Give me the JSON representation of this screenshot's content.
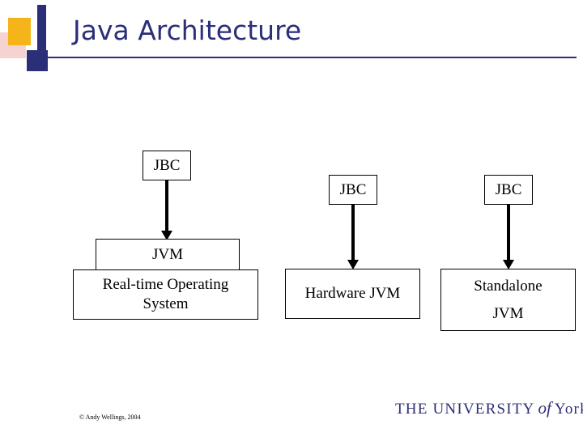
{
  "slide": {
    "title": "Java Architecture",
    "copyright": "© Andy Wellings, 2004",
    "logo": {
      "the_university": "THE UNIVERSITY",
      "of": "of",
      "york": "York"
    },
    "accent_color": "#2b2f77",
    "deco_orange": "#f5b51a",
    "deco_pink": "#f6d3d0"
  },
  "diagram": {
    "type": "flow",
    "columns": [
      {
        "id": "column-realtime",
        "nodes": [
          {
            "id": "jbc-1",
            "label": "JBC"
          },
          {
            "id": "jvm-1",
            "label": "JVM"
          },
          {
            "id": "rtos",
            "label": "Real-time Operating System"
          }
        ],
        "edges": [
          {
            "from": "jbc-1",
            "to": "jvm-1",
            "style": "arrow-down"
          }
        ]
      },
      {
        "id": "column-hardware",
        "nodes": [
          {
            "id": "jbc-2",
            "label": "JBC"
          },
          {
            "id": "hardware-jvm",
            "label": "Hardware JVM"
          }
        ],
        "edges": [
          {
            "from": "jbc-2",
            "to": "hardware-jvm",
            "style": "arrow-down"
          }
        ]
      },
      {
        "id": "column-standalone",
        "nodes": [
          {
            "id": "jbc-3",
            "label": "JBC"
          },
          {
            "id": "standalone-jvm",
            "label_line1": "Standalone",
            "label_line2": "JVM"
          }
        ],
        "edges": [
          {
            "from": "jbc-3",
            "to": "standalone-jvm",
            "style": "arrow-down"
          }
        ]
      }
    ]
  }
}
